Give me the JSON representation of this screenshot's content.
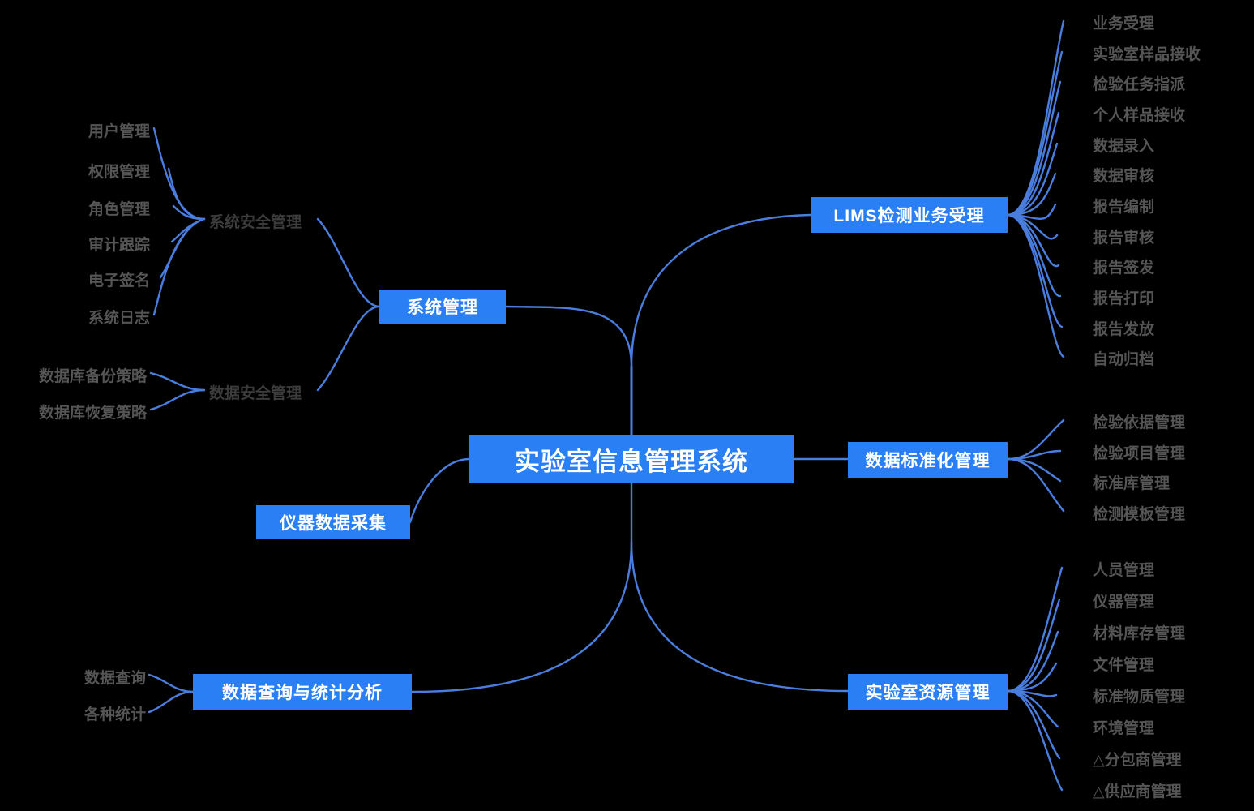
{
  "diagram": {
    "type": "mind-map",
    "title": "实验室信息管理系统",
    "colors": {
      "node_fill": "#2b7ff5",
      "node_text": "#ffffff",
      "link": "#4a7ede",
      "subtopic_text": "#3c3c3c",
      "leaf_text": "#555555",
      "background": "#000000"
    },
    "root": {
      "label": "实验室信息管理系统"
    },
    "branches": [
      {
        "id": "lims",
        "label": "LIMS检测业务受理",
        "side": "right",
        "leaves": [
          "业务受理",
          "实验室样品接收",
          "检验任务指派",
          "个人样品接收",
          "数据录入",
          "数据审核",
          "报告编制",
          "报告审核",
          "报告签发",
          "报告打印",
          "报告发放",
          "自动归档"
        ]
      },
      {
        "id": "data-standard",
        "label": "数据标准化管理",
        "side": "right",
        "leaves": [
          "检验依据管理",
          "检验项目管理",
          "标准库管理",
          "检测模板管理"
        ]
      },
      {
        "id": "lab-resource",
        "label": "实验室资源管理",
        "side": "right",
        "leaves": [
          "人员管理",
          "仪器管理",
          "材料库存管理",
          "文件管理",
          "标准物质管理",
          "环境管理",
          "△分包商管理",
          "△供应商管理"
        ]
      },
      {
        "id": "system-mgmt",
        "label": "系统管理",
        "side": "left",
        "subtopics": [
          {
            "label": "系统安全管理",
            "leaves": [
              "用户管理",
              "权限管理",
              "角色管理",
              "审计跟踪",
              "电子签名",
              "系统日志"
            ]
          },
          {
            "label": "数据安全管理",
            "leaves": [
              "数据库备份策略",
              "数据库恢复策略"
            ]
          }
        ]
      },
      {
        "id": "instrument",
        "label": "仪器数据采集",
        "side": "left",
        "leaves": []
      },
      {
        "id": "query-stat",
        "label": "数据查询与统计分析",
        "side": "left",
        "leaves": [
          "数据查询",
          "各种统计"
        ]
      }
    ]
  }
}
